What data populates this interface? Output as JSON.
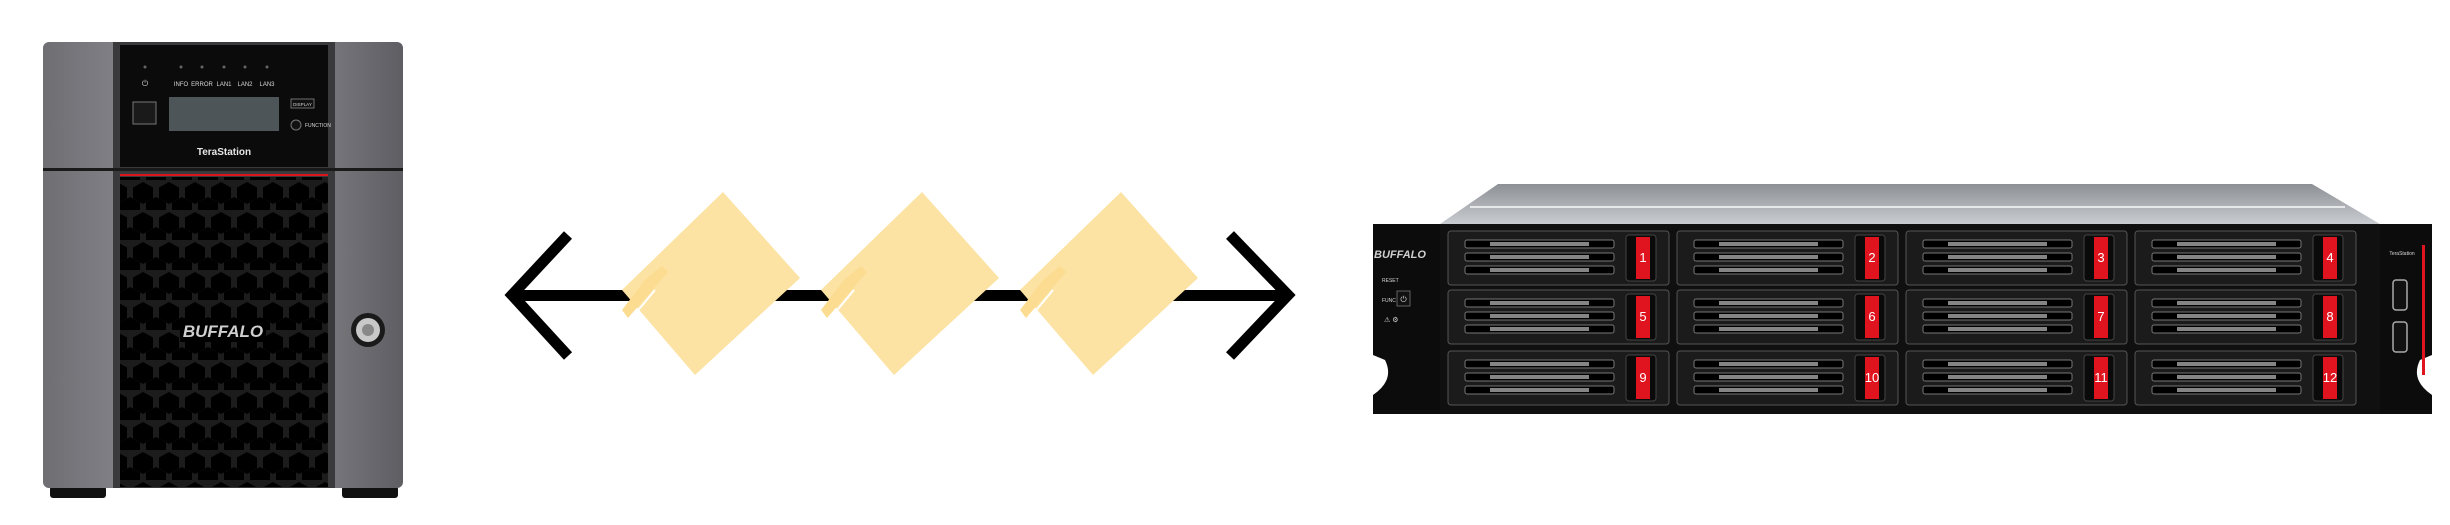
{
  "nas_desktop": {
    "brand": "BUFFALO",
    "model_label": "TeraStation",
    "led_labels": [
      "INFO",
      "ERROR",
      "LAN1",
      "LAN2",
      "LAN3"
    ],
    "display_button": "DISPLAY",
    "function_label": "FUNCTION"
  },
  "transfer": {
    "folder_color": "#fce3a3",
    "arrow_color": "#000000"
  },
  "nas_rack": {
    "brand": "BUFFALO",
    "model_label": "TeraStation",
    "reset_label": "RESET",
    "func_label": "FUNC",
    "bays": [
      "1",
      "2",
      "3",
      "4",
      "5",
      "6",
      "7",
      "8",
      "9",
      "10",
      "11",
      "12"
    ],
    "accent_color": "#e0141e"
  }
}
